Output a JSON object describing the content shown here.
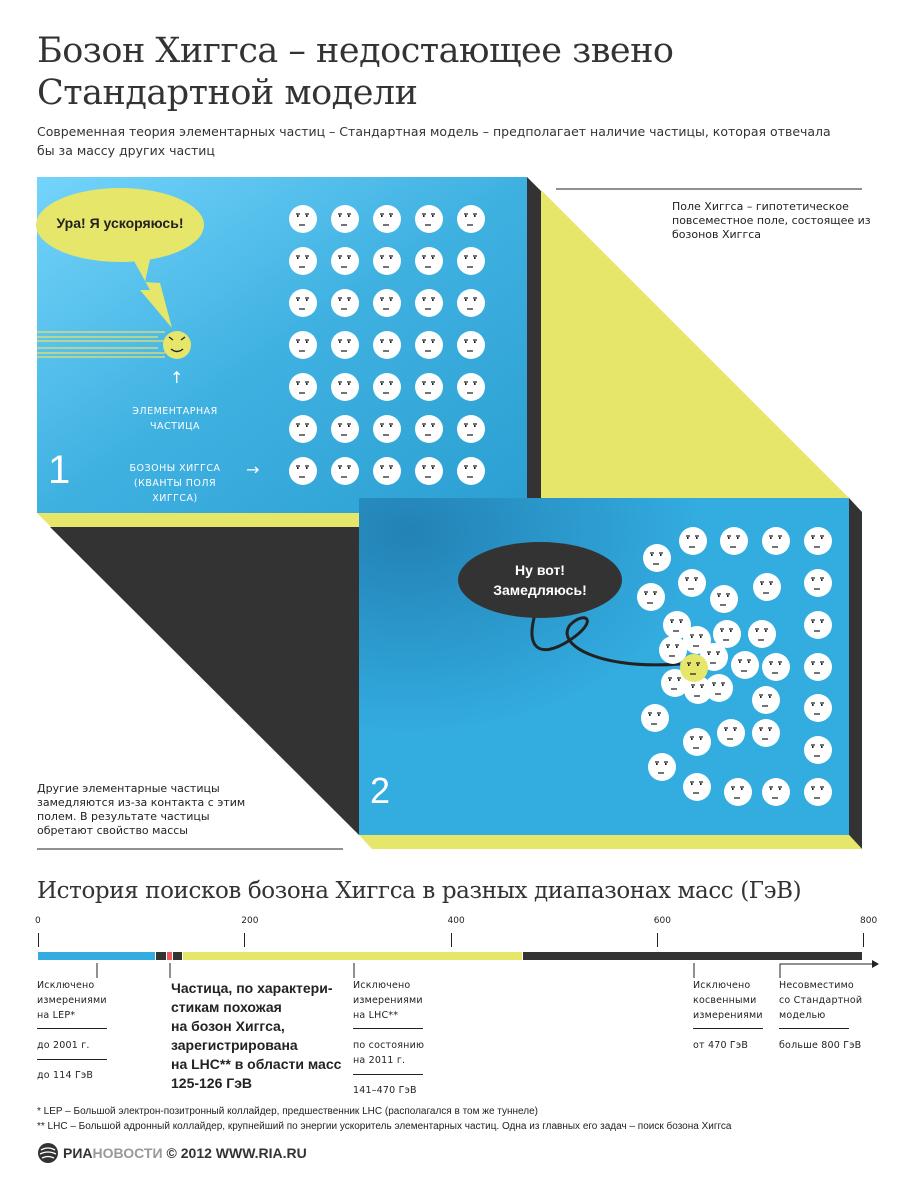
{
  "title": "Бозон Хиггса – недостающее звено Стандартной модели",
  "subtitle": "Современная теория элементарных частиц – Стандартная модель – предполагает наличие частицы, которая отвечала бы за массу других частиц",
  "field_note": "Поле Хиггса – гипотетическое повсеместное поле, состоящее из бозонов Хиггса",
  "mass_note": "Другие элементарные частицы замедляются из-за контакта с этим полем. В результате частицы обретают свойство массы",
  "panel1": {
    "number": "1",
    "speech": "Ура! Я ускоряюсь!",
    "particle_label": "ЭЛЕМЕНТАРНАЯ ЧАСТИЦА",
    "bosons_label": "БОЗОНЫ ХИГГСА (КВАНТЫ ПОЛЯ ХИГГСА)",
    "arrow_up": "↑",
    "arrow_right": "→"
  },
  "panel2": {
    "number": "2",
    "speech_line1": "Ну вот!",
    "speech_line2": "Замедляюсь!"
  },
  "timeline": {
    "title": "История поисков бозона Хиггса в разных диапазонах масс (ГэВ)",
    "ticks": [
      "0",
      "200",
      "400",
      "600",
      "800"
    ],
    "segments": [
      {
        "from": 0,
        "to": 114,
        "color": "#35ace0"
      },
      {
        "from": 114,
        "to": 125,
        "color": "#333333"
      },
      {
        "from": 125,
        "to": 131,
        "color": "#ef5a5f"
      },
      {
        "from": 131,
        "to": 141,
        "color": "#333333"
      },
      {
        "from": 141,
        "to": 470,
        "color": "#e6e66a"
      },
      {
        "from": 470,
        "to": 800,
        "color": "#333333"
      }
    ],
    "lep": {
      "l1": "Исключено",
      "l2": "измерениями",
      "l3": "на LEP*",
      "date": "до 2001 г.",
      "range": "до 114 ГэВ"
    },
    "found": {
      "l1": "Частица, по характери-",
      "l2": "стикам похожая",
      "l3": "на бозон Хиггса,",
      "l4": "зарегистрирована",
      "l5": "на LHC** в области масс",
      "l6": "125-126 ГэВ"
    },
    "lhc": {
      "l1": "Исключено",
      "l2": "измерениями",
      "l3": "на LHC**",
      "date1": "по состоянию",
      "date2": "на 2011 г.",
      "range": "141–470 ГэВ"
    },
    "indirect": {
      "l1": "Исключено",
      "l2": "косвенными",
      "l3": "измерениями",
      "range": "от 470 ГэВ"
    },
    "incompatible": {
      "l1": "Несовместимо",
      "l2": "со Стандартной",
      "l3": "моделью",
      "range": "больше 800 ГэВ"
    }
  },
  "footnotes": [
    "* LEP – Большой электрон-позитронный коллайдер, предшественник LHC (располагался в том же туннеле)",
    "** LHC – Большой адронный коллайдер, крупнейший по энергии ускоритель элементарных частиц. Одна из главных его задач – поиск бозона Хиггса"
  ],
  "footer": {
    "brand_a": "РИА",
    "brand_b": "НОВОСТИ",
    "copyright": "© 2012 WWW.RIA.RU"
  },
  "colors": {
    "blue": "#35ace0",
    "yellow": "#e6e66a",
    "dark": "#333333",
    "red": "#ef5a5f"
  }
}
